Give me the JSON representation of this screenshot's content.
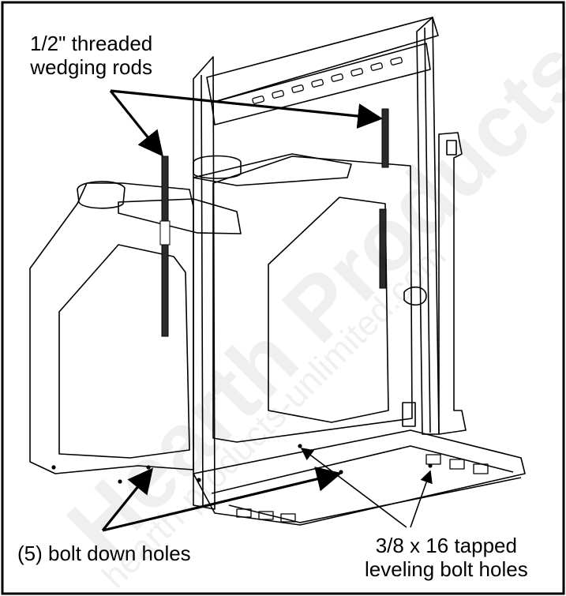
{
  "labels": {
    "rods_line1": "1/2\" threaded",
    "rods_line2": "wedging rods",
    "bolt_down": "(5) bolt down holes",
    "leveling_line1": "3/8 x 16 tapped",
    "leveling_line2": "leveling bolt holes"
  },
  "watermark": {
    "main": "Hearth Products",
    "url": "hearth-products-unlimited.com"
  },
  "colors": {
    "line": "#000000",
    "border": "#000000",
    "background": "#ffffff",
    "rod": "#2b2b2b"
  }
}
